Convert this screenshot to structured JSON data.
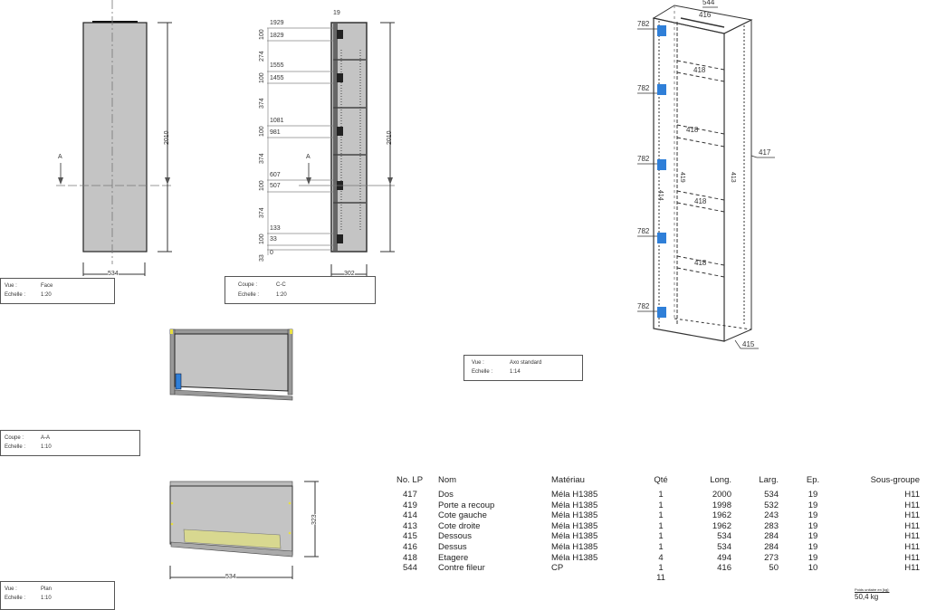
{
  "views": {
    "face": {
      "vue_label": "Vue :",
      "vue_value": "Face",
      "echelle_label": "Echelle :",
      "echelle_value": "1:20",
      "height_dim": "2010",
      "width_dim": "534",
      "section_marker": "A"
    },
    "coupe_cc": {
      "vue_label": "Coupe :",
      "vue_value": "C-C",
      "echelle_label": "Echelle :",
      "echelle_value": "1:20",
      "height_dim": "2010",
      "width_dim": "302",
      "top_dim": "19",
      "section_marker": "A",
      "levels": [
        "1929",
        "1829",
        "1555",
        "1455",
        "1081",
        "981",
        "607",
        "507",
        "133",
        "33",
        "0"
      ],
      "spacings": [
        "100",
        "274",
        "100",
        "374",
        "100",
        "374",
        "100",
        "374",
        "100",
        "33"
      ]
    },
    "coupe_aa": {
      "vue_label": "Coupe :",
      "vue_value": "A-A",
      "echelle_label": "Echelle :",
      "echelle_value": "1:10"
    },
    "plan": {
      "vue_label": "Vue :",
      "vue_value": "Plan",
      "echelle_label": "Echelle :",
      "echelle_value": "1:10",
      "width_dim": "534",
      "depth_dim": "323"
    },
    "axo": {
      "vue_label": "Vue :",
      "vue_value": "Axo standard",
      "echelle_label": "Echelle :",
      "echelle_value": "1:14",
      "callouts": {
        "c544": "544",
        "c416": "416",
        "c417": "417",
        "c415": "415",
        "c782": "782",
        "c414": "414",
        "c419": "419",
        "c413": "413",
        "c418": "418"
      }
    }
  },
  "parts_table": {
    "headers": [
      "No. LP",
      "Nom",
      "Matériau",
      "Qté",
      "Long.",
      "Larg.",
      "Ep.",
      "Sous-groupe"
    ],
    "rows": [
      [
        "417",
        "Dos",
        "Méla H1385",
        "1",
        "2000",
        "534",
        "19",
        "H11"
      ],
      [
        "419",
        "Porte a recoup",
        "Méla H1385",
        "1",
        "1998",
        "532",
        "19",
        "H11"
      ],
      [
        "414",
        "Cote gauche",
        "Méla H1385",
        "1",
        "1962",
        "243",
        "19",
        "H11"
      ],
      [
        "413",
        "Cote droite",
        "Méla H1385",
        "1",
        "1962",
        "283",
        "19",
        "H11"
      ],
      [
        "415",
        "Dessous",
        "Méla H1385",
        "1",
        "534",
        "284",
        "19",
        "H11"
      ],
      [
        "416",
        "Dessus",
        "Méla H1385",
        "1",
        "534",
        "284",
        "19",
        "H11"
      ],
      [
        "418",
        "Etagere",
        "Méla H1385",
        "4",
        "494",
        "273",
        "19",
        "H11"
      ],
      [
        "544",
        "Contre fileur",
        "CP",
        "1",
        "416",
        "50",
        "10",
        "H11"
      ]
    ],
    "total_qty": "11",
    "weight_label": "Poids unitaire en [kg]:",
    "weight_value": "50,4 kg"
  },
  "colors": {
    "panel": "#c4c4c4",
    "hinge": "#2f7fd8",
    "highlight": "#d8d890",
    "marker": "#e8e040"
  }
}
